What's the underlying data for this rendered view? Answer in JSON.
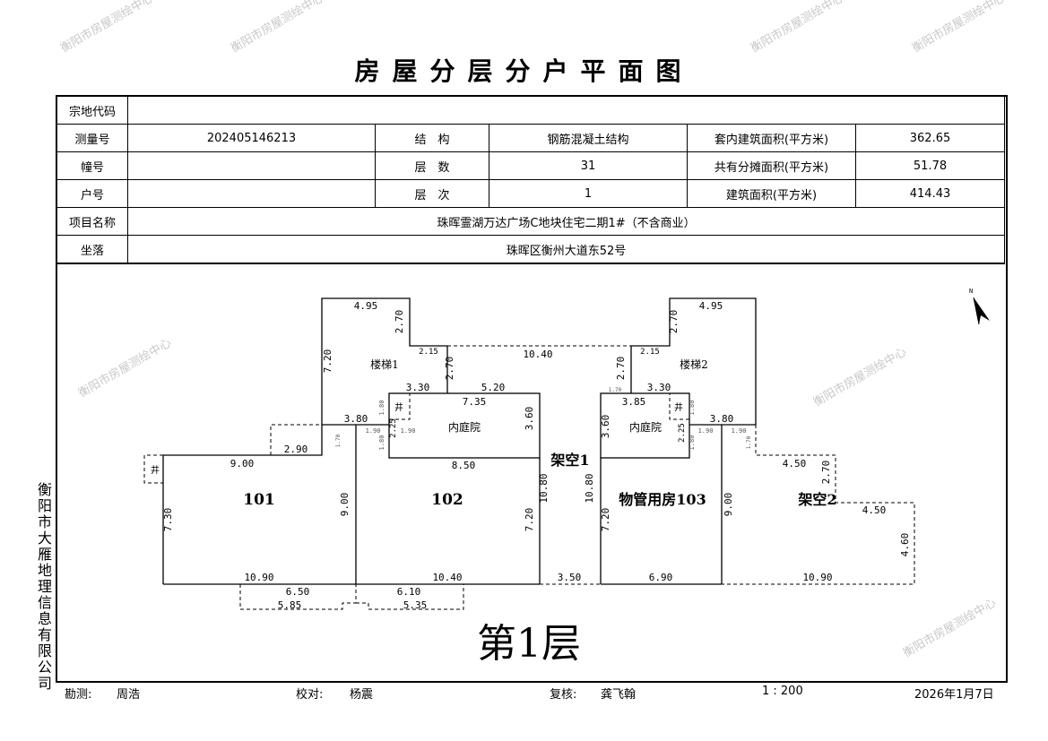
{
  "title": "房屋分层分户平面图",
  "table": {
    "parcel_code_label": "宗地代码",
    "parcel_code": "",
    "survey_no_label": "测量号",
    "survey_no": "202405146213",
    "structure_label": "结　构",
    "structure": "钢筋混凝土结构",
    "inner_area_label": "套内建筑面积(平方米)",
    "inner_area": "362.65",
    "building_no_label": "幢号",
    "building_no": "",
    "floors_label": "层　数",
    "floors": "31",
    "shared_area_label": "共有分摊面积(平方米)",
    "shared_area": "51.78",
    "unit_no_label": "户号",
    "unit_no": "",
    "floor_label": "层　次",
    "floor": "1",
    "total_area_label": "建筑面积(平方米)",
    "total_area": "414.43",
    "project_label": "项目名称",
    "project": "珠晖霊湖万达广场C地块住宅二期1#（不含商业）",
    "location_label": "坐落",
    "location": "珠晖区衡州大道东52号"
  },
  "plan": {
    "floor_title": "第1层",
    "rooms": [
      "楼梯1",
      "楼梯2",
      "内庭院",
      "内庭院",
      "井",
      "井",
      "井",
      "101",
      "102",
      "物管用房103",
      "架空1",
      "架空2"
    ],
    "dims": [
      "4.95",
      "2.70",
      "2.15",
      "10.40",
      "7.20",
      "2.70",
      "3.30",
      "5.20",
      "7.35",
      "3.80",
      "3.60",
      "2.25",
      "2.90",
      "9.00",
      "8.50",
      "10.80",
      "9.00",
      "7.30",
      "7.20",
      "10.90",
      "10.40",
      "6.50",
      "6.10",
      "5.85",
      "5.35",
      "4.95",
      "2.70",
      "2.15",
      "2.70",
      "3.30",
      "3.85",
      "3.80",
      "3.60",
      "2.25",
      "4.50",
      "2.70",
      "10.80",
      "7.20",
      "9.00",
      "4.50",
      "4.60",
      "3.50",
      "6.90",
      "10.90",
      "1.90",
      "1.90",
      "1.90",
      "1.90",
      "1.70",
      "1.70",
      "1.70",
      "1.80",
      "1.80",
      "1.80",
      "1.80"
    ],
    "north_label": "N"
  },
  "company": "衡阳市大雁地理信息有限公司",
  "footer": {
    "surveyor_label": "勘测:",
    "surveyor": "周浩",
    "checker_label": "校对:",
    "checker": "杨震",
    "reviewer_label": "复核:",
    "reviewer": "龚飞翰",
    "scale": "1 : 200",
    "date": "2026年1月7日"
  },
  "watermark": "衡阳市房屋测绘中心"
}
